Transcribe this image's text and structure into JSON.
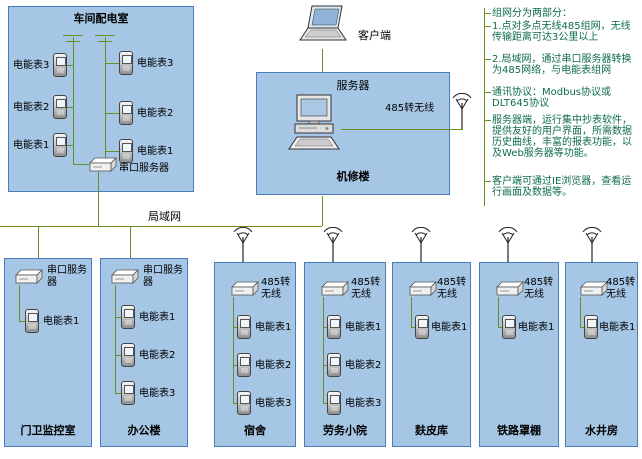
{
  "workshop": {
    "title": "车间配电室",
    "left_meters": [
      "电能表3",
      "电能表2",
      "电能表1"
    ],
    "right_meters": [
      "电能表3",
      "电能表2",
      "电能表1"
    ],
    "serial_server_label": "串口服务器"
  },
  "client": {
    "label": "客户端"
  },
  "server": {
    "title": "服务器",
    "wireless_label": "485转无线",
    "building_label": "机修楼"
  },
  "lan_label": "局域网",
  "notes": {
    "intro": "组网分为两部分：",
    "item1": "1.点对多点无线485组网，无线传输距离可达3公里以上",
    "item2": "2.局域网，通过串口服务器转换为485网络，与电能表组网",
    "protocol": "通讯协议：Modbus协议或DLT645协议",
    "server_desc": "服务器端，运行集中抄表软件，提供友好的用户界面，所需数据历史曲线，丰富的报表功能，以及Web服务器等功能。",
    "client_desc": "客户端可通过IE浏览器，查看运行画面及数据等。"
  },
  "buildings": [
    {
      "name": "门卫监控室",
      "device": "串口服务器",
      "meters": [
        "电能表1"
      ],
      "link": "serial"
    },
    {
      "name": "办公楼",
      "device": "串口服务器",
      "meters": [
        "电能表1",
        "电能表2",
        "电能表3"
      ],
      "link": "serial"
    },
    {
      "name": "宿舍",
      "device": "485转无线",
      "meters": [
        "电能表1",
        "电能表2",
        "电能表3"
      ],
      "link": "wireless"
    },
    {
      "name": "劳务小院",
      "device": "485转无线",
      "meters": [
        "电能表1",
        "电能表2",
        "电能表3"
      ],
      "link": "wireless"
    },
    {
      "name": "麸皮库",
      "device": "485转无线",
      "meters": [
        "电能表1"
      ],
      "link": "wireless"
    },
    {
      "name": "铁路罩棚",
      "device": "485转无线",
      "meters": [
        "电能表1"
      ],
      "link": "wireless"
    },
    {
      "name": "水井房",
      "device": "485转无线",
      "meters": [
        "电能表1"
      ],
      "link": "wireless"
    }
  ],
  "colors": {
    "box_fill": "#a5c6e5",
    "box_border": "#4a7ebb",
    "line": "#6b8e23",
    "notes_text": "#0e6b52"
  }
}
